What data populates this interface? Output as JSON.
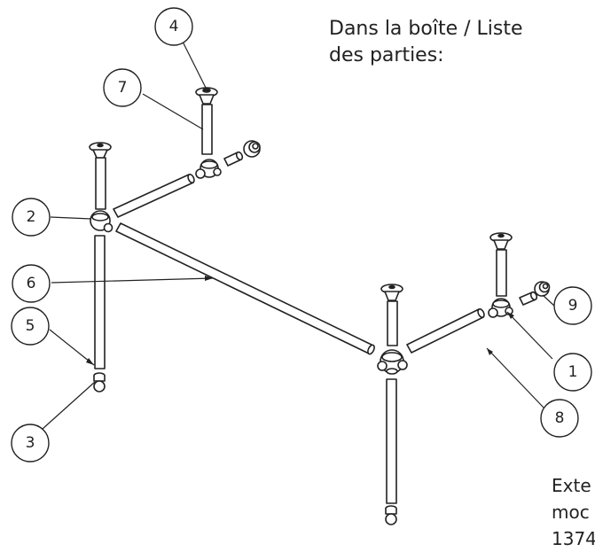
{
  "title": {
    "line1": "Dans la boîte / Liste",
    "line2": "des parties:"
  },
  "note": {
    "line1": "Exte",
    "line2": "moc",
    "line3": "1374"
  },
  "callouts": [
    "4",
    "7",
    "2",
    "6",
    "5",
    "3",
    "9",
    "1",
    "8"
  ],
  "colors": {
    "line": "#222222",
    "background": "#ffffff"
  }
}
